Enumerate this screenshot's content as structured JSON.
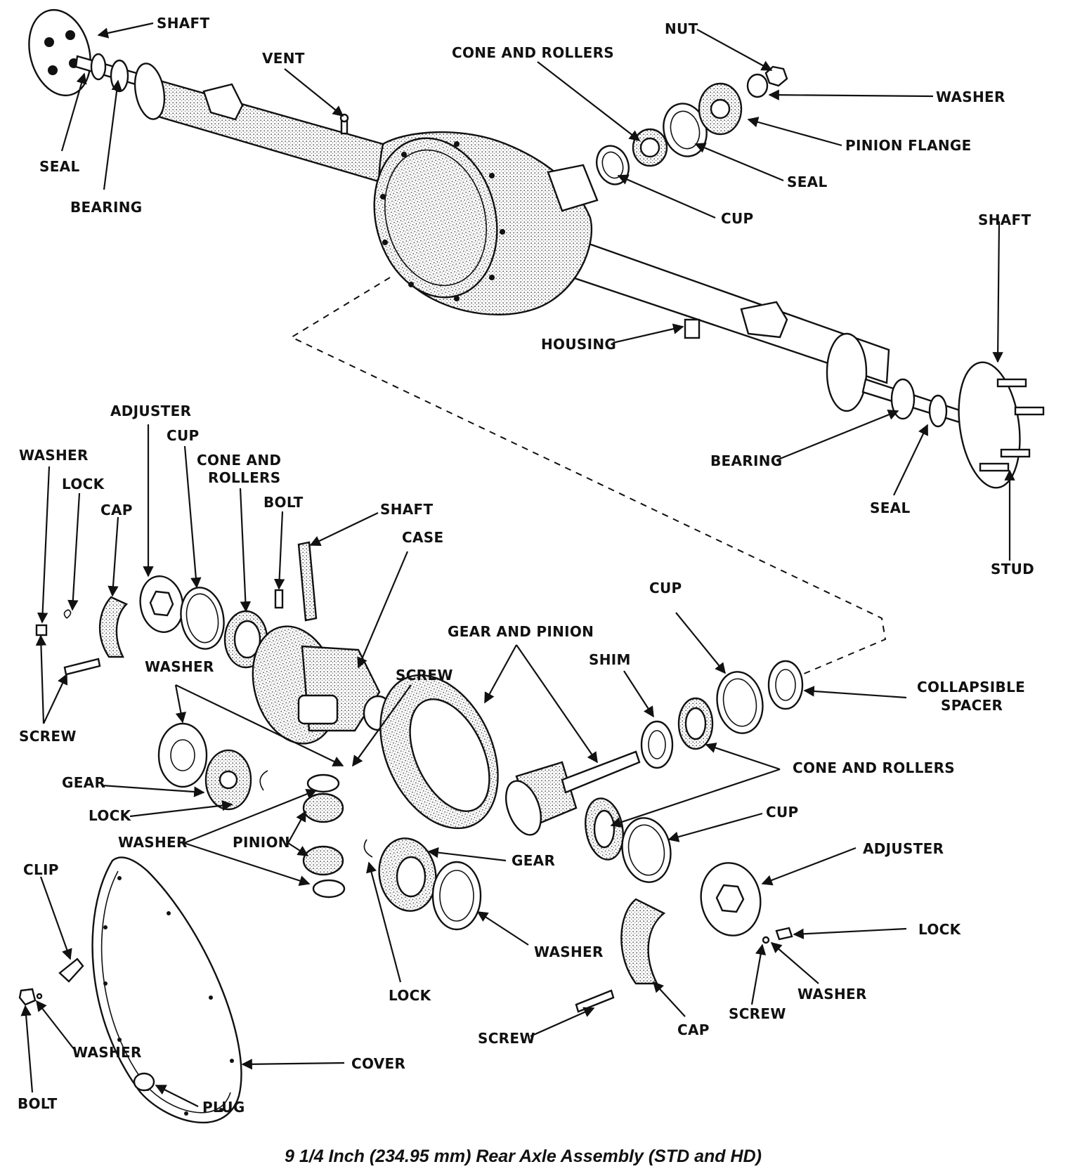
{
  "caption": "9 1/4 Inch (234.95 mm) Rear Axle Assembly (STD and HD)",
  "labels": {
    "shaft_tl": "SHAFT",
    "seal_tl": "SEAL",
    "bearing_tl": "BEARING",
    "vent": "VENT",
    "cone_rollers_top": "CONE AND ROLLERS",
    "nut": "NUT",
    "washer_top": "WASHER",
    "pinion_flange": "PINION FLANGE",
    "seal_top": "SEAL",
    "cup_top": "CUP",
    "shaft_r": "SHAFT",
    "housing": "HOUSING",
    "bearing_r": "BEARING",
    "seal_r": "SEAL",
    "stud": "STUD",
    "adjuster_l": "ADJUSTER",
    "cup_l": "CUP",
    "cone_rollers_l_1": "CONE AND",
    "cone_rollers_l_2": "ROLLERS",
    "washer_l": "WASHER",
    "lock_l": "LOCK",
    "cap_l": "CAP",
    "bolt_l": "BOLT",
    "shaft_mid": "SHAFT",
    "case": "CASE",
    "screw_l": "SCREW",
    "washer_mid": "WASHER",
    "screw_mid": "SCREW",
    "gear_and_pinion": "GEAR AND PINION",
    "shim": "SHIM",
    "cup_mid": "CUP",
    "collapsible_1": "COLLAPSIBLE",
    "collapsible_2": "SPACER",
    "gear_l": "GEAR",
    "lock_mid": "LOCK",
    "washer_low": "WASHER",
    "pinion": "PINION",
    "gear_low": "GEAR",
    "cone_rollers_r": "CONE AND ROLLERS",
    "cup_r": "CUP",
    "adjuster_r": "ADJUSTER",
    "clip": "CLIP",
    "washer_br": "WASHER",
    "lock_r": "LOCK",
    "washer_r": "WASHER",
    "screw_r": "SCREW",
    "lock_low": "LOCK",
    "screw_low": "SCREW",
    "cap_r": "CAP",
    "washer_bl": "WASHER",
    "cover": "COVER",
    "bolt_bl": "BOLT",
    "plug": "PLUG"
  }
}
